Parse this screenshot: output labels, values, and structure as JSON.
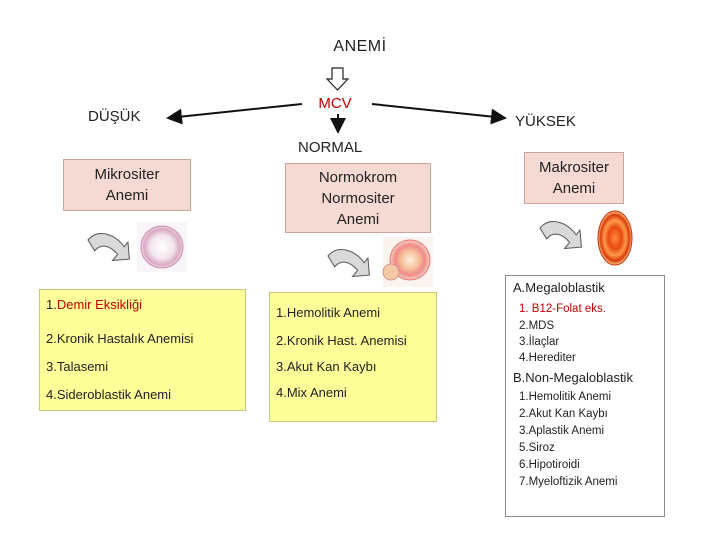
{
  "title": "ANEMİ",
  "mcv_label": "MCV",
  "low_label": "DÜŞÜK",
  "high_label": "YÜKSEK",
  "normal_label": "NORMAL",
  "boxes": {
    "micro": "Mikrositer\nAnemi",
    "normo": "Normokrom\nNormositer\nAnemi",
    "macro": "Makrositer\nAnemi"
  },
  "micro_list": {
    "item1_number": "1.",
    "item1_text": "Demir Eksikliği",
    "item2": "2.Kronik Hastalık Anemisi",
    "item3": "3.Talasemi",
    "item4": "4.Sideroblastik Anemi"
  },
  "normo_list": {
    "item1": "1.Hemolitik Anemi",
    "item2": "2.Kronik Hast. Anemisi",
    "item3": "3.Akut Kan Kaybı",
    "item4": "4.Mix Anemi"
  },
  "macro_list": {
    "heading_a": "A.Megaloblastik",
    "a_items": [
      "1. B12-Folat eks.",
      "2.MDS",
      "3.İlaçlar",
      "4.Herediter"
    ],
    "heading_b": "B.Non-Megaloblastik",
    "b_items": [
      "1.Hemolitik Anemi",
      "2.Akut Kan Kaybı",
      "3.Aplastik Anemi",
      "5.Siroz",
      "6.Hipotiroidi",
      "7.Myeloftizik Anemi"
    ]
  },
  "colors": {
    "accent_red": "#c00000",
    "box_pink": "#f4dad3",
    "box_yellow": "#ffff99"
  },
  "icons": [
    "down-hollow-arrow-icon",
    "curved-arrow-icon",
    "red-blood-cell-icon"
  ]
}
